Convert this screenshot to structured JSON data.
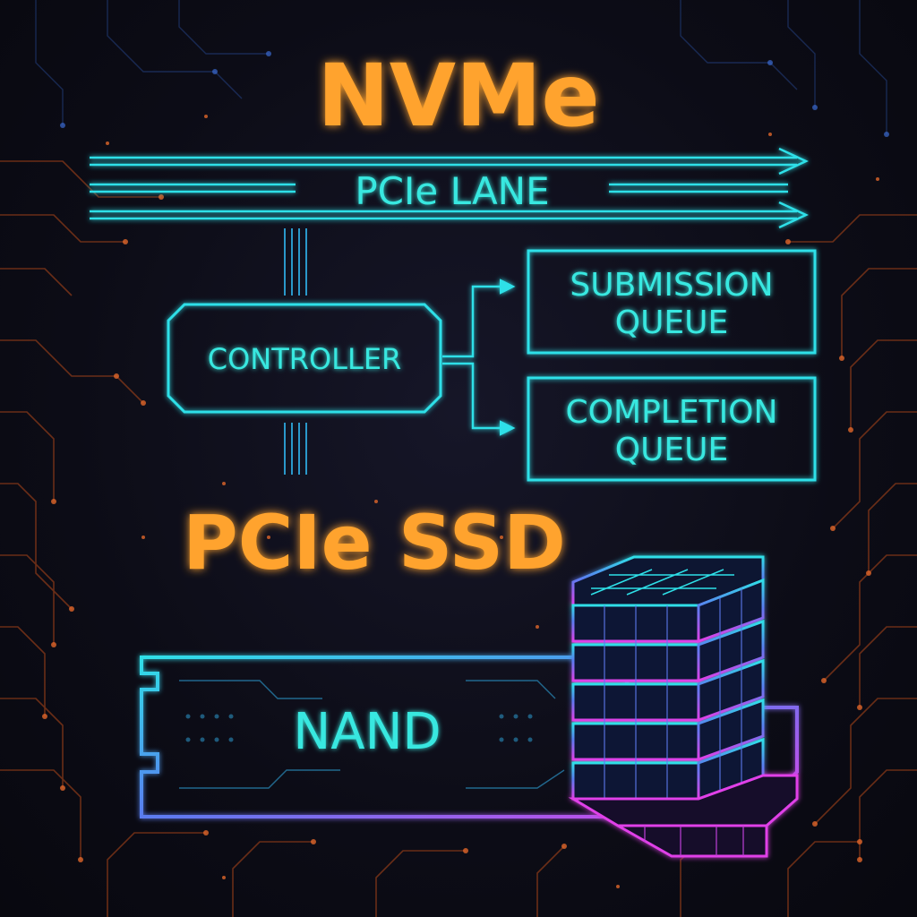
{
  "title": "NVMe",
  "bus_label": "PCIe LANE",
  "controller_label": "CONTROLLER",
  "queues": [
    {
      "line1": "SUBMISSION",
      "line2": "QUEUE"
    },
    {
      "line1": "COMPLETION",
      "line2": "QUEUE"
    }
  ],
  "subtitle": "PCIe SSD",
  "nand_label": "NAND",
  "colors": {
    "title": "#ffa32e",
    "accent": "#2fe0e8",
    "nand_gradient": [
      "#2fe0e8",
      "#5a7cf0",
      "#e040e8"
    ],
    "background": "#0c0c16",
    "circuit": "#c0501c"
  }
}
